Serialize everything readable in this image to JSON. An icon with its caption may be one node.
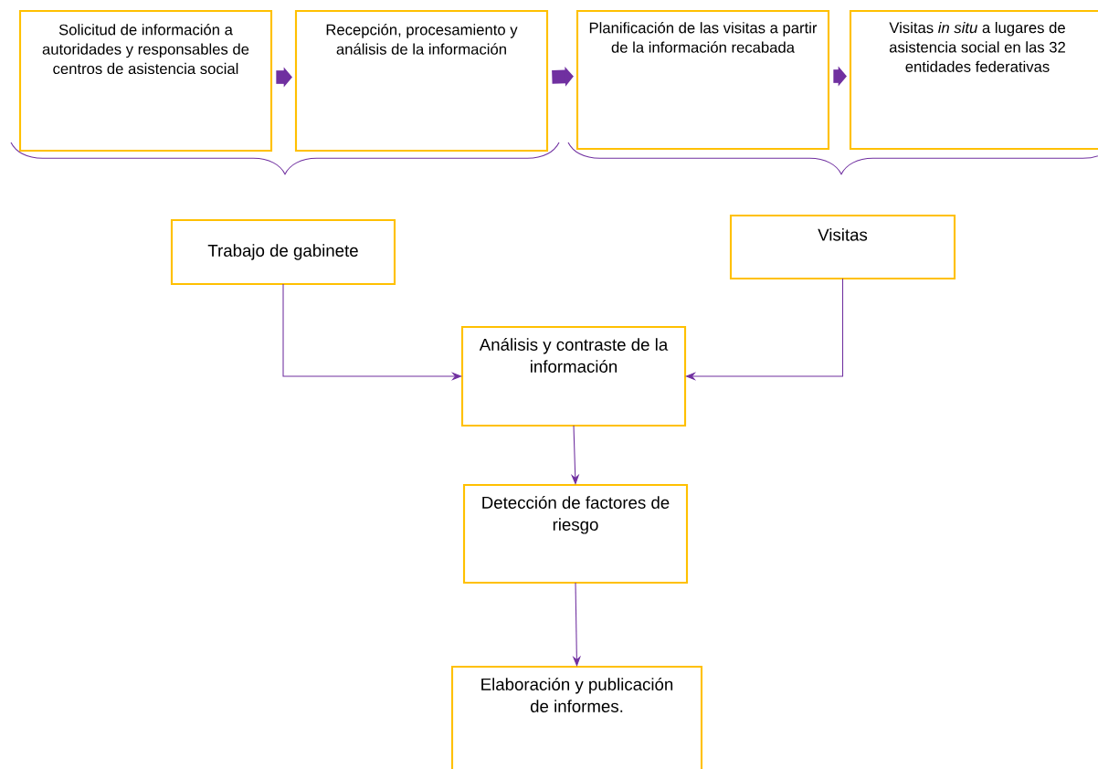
{
  "diagram": {
    "nodes": [
      {
        "text": [
          "Solicitud de información a autoridades y responsables de centros de asistencia social"
        ]
      },
      {
        "text": [
          "Recepción, procesamiento y análisis de la información"
        ]
      },
      {
        "text": [
          "Planificación de las visitas a partir de la información recabada"
        ]
      },
      {
        "text": [
          "Visitas *in situ* a lugares de asistencia social en las 32 entidades federativas"
        ]
      },
      {
        "text": [
          "Trabajo de gabinete"
        ]
      },
      {
        "text": [
          "Visitas"
        ]
      },
      {
        "text": [
          "Análisis y contraste de la información"
        ]
      },
      {
        "text": [
          "Detección de factores de riesgo"
        ]
      },
      {
        "text": [
          "Elaboración y publicación de informes."
        ]
      }
    ],
    "edges": [
      {
        "from": 0,
        "to": 1,
        "arrow": "to",
        "style": "thick"
      },
      {
        "from": 1,
        "to": 2,
        "arrow": "to",
        "style": "thick"
      },
      {
        "from": 2,
        "to": 3,
        "arrow": "to",
        "style": "thick"
      },
      {
        "from": 4,
        "to": 6,
        "arrow": "to"
      },
      {
        "from": 5,
        "to": 6,
        "arrow": "to"
      },
      {
        "from": 6,
        "to": 7,
        "arrow": "to"
      },
      {
        "from": 7,
        "to": 8,
        "arrow": "to"
      }
    ]
  }
}
